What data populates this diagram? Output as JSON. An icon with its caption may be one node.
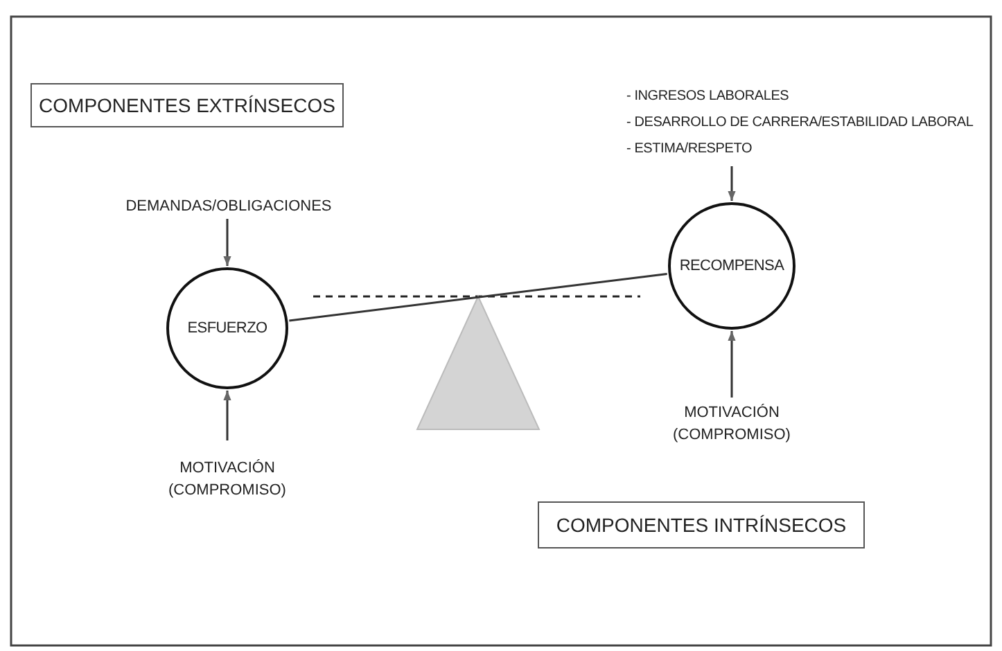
{
  "diagram": {
    "nodes": [
      {
        "text": [
          "COMPONENTES EXTRÍNSECOS"
        ]
      },
      {
        "text": [
          "- INGRESOS LABORALES",
          "- DESARROLLO DE CARRERA/ESTABILIDAD LABORAL",
          "- ESTIMA/RESPETO"
        ]
      },
      {
        "text": [
          "DEMANDAS/OBLIGACIONES"
        ]
      },
      {
        "text": [
          "RECOMPENSA"
        ]
      },
      {
        "text": [
          "ESFUERZO"
        ]
      },
      {
        "text": [
          "MOTIVACIÓN (COMPROMISO)"
        ]
      },
      {
        "text": [
          "MOTIVACIÓN (COMPROMISO)"
        ]
      },
      {
        "text": [
          "COMPONENTES INTRÍNSECOS"
        ]
      }
    ],
    "edges": [
      {
        "from": 1,
        "to": 3,
        "arrow": "to"
      },
      {
        "from": 2,
        "to": 4,
        "arrow": "to"
      },
      {
        "from": 4,
        "to": 3,
        "arrow": "none"
      },
      {
        "from": 5,
        "to": 3,
        "arrow": "to"
      },
      {
        "from": 6,
        "to": 4,
        "arrow": "to"
      }
    ]
  }
}
